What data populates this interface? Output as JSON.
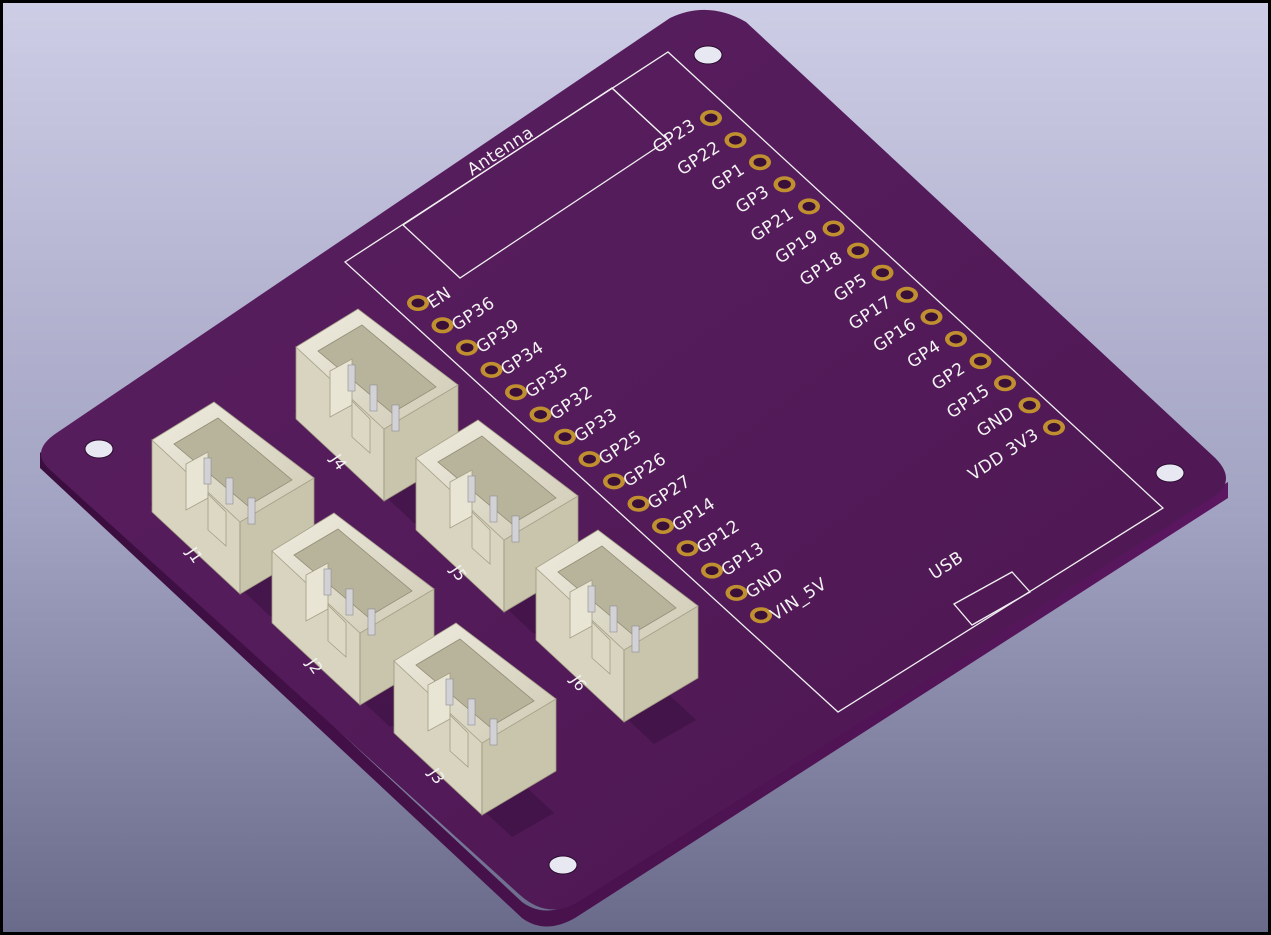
{
  "board": {
    "colors": {
      "background_top": "#c9c9e2",
      "background_bottom": "#6c6c8c",
      "soldermask": "#541c59",
      "board_edge": "#3a0f3e",
      "silkscreen": "#f2f2f2",
      "pad": "#c8a040",
      "connector": "#e6e2d0"
    },
    "silkscreen": {
      "antenna": "Antenna",
      "usb": "USB"
    },
    "left_pins": [
      "EN",
      "GP36",
      "GP39",
      "GP34",
      "GP35",
      "GP32",
      "GP33",
      "GP25",
      "GP26",
      "GP27",
      "GP14",
      "GP12",
      "GP13",
      "GND",
      "VIN_5V"
    ],
    "right_pins": [
      "GP23",
      "GP22",
      "GP1",
      "GP3",
      "GP21",
      "GP19",
      "GP18",
      "GP5",
      "GP17",
      "GP16",
      "GP4",
      "GP2",
      "GP15",
      "GND",
      "VDD 3V3"
    ],
    "connectors": [
      {
        "ref": "J1"
      },
      {
        "ref": "J2"
      },
      {
        "ref": "J3"
      },
      {
        "ref": "J4"
      },
      {
        "ref": "J5"
      },
      {
        "ref": "J6"
      }
    ]
  }
}
